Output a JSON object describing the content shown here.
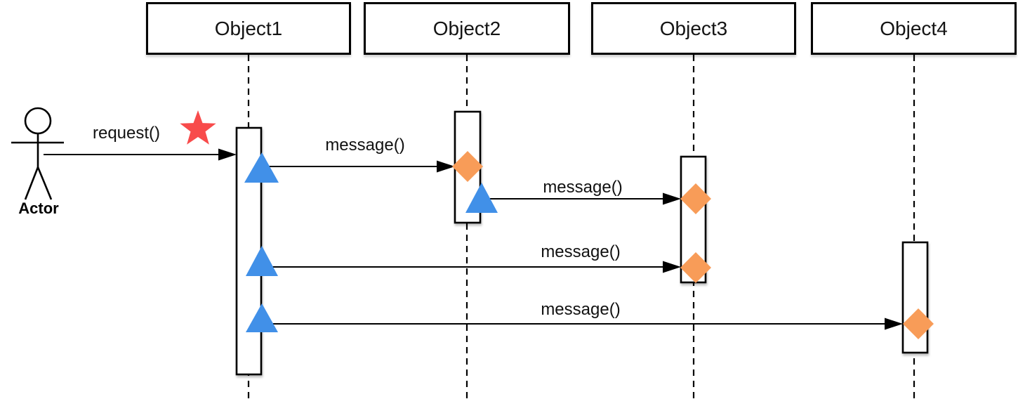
{
  "diagram_type": "UML sequence diagram",
  "actor": {
    "label": "Actor"
  },
  "objects": [
    {
      "label": "Object1"
    },
    {
      "label": "Object2"
    },
    {
      "label": "Object3"
    },
    {
      "label": "Object4"
    }
  ],
  "messages": [
    {
      "label": "request()",
      "from": "Actor",
      "to": "Object1",
      "annotation": "red-star"
    },
    {
      "label": "message()",
      "from": "Object1",
      "to": "Object2"
    },
    {
      "label": "message()",
      "from": "Object2",
      "to": "Object3"
    },
    {
      "label": "message()",
      "from": "Object1",
      "to": "Object3"
    },
    {
      "label": "message()",
      "from": "Object1",
      "to": "Object4"
    }
  ],
  "markers": {
    "origin": {
      "shape": "triangle",
      "color": "#4190E8"
    },
    "destination": {
      "shape": "diamond",
      "color": "#F89C58"
    },
    "star": {
      "shape": "five-point-star",
      "color": "#F84B4B"
    }
  },
  "colors": {
    "line": "#000000",
    "background": "#FFFFFF"
  }
}
